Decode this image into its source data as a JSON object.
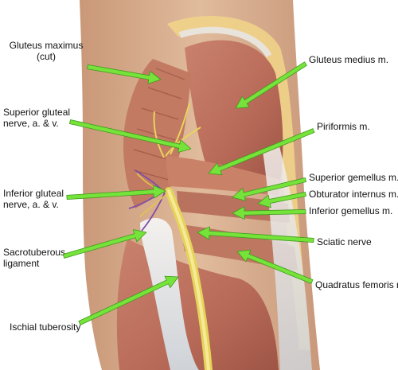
{
  "colors": {
    "arrow": "#76e33a",
    "arrow_outline": "#3f9a1c",
    "background": "#ffffff"
  },
  "labels": {
    "gluteus_maximus": [
      "Gluteus maximus",
      "(cut)"
    ],
    "superior_gluteal": [
      "Superior gluteal",
      "nerve, a. & v."
    ],
    "inferior_gluteal": [
      "Inferior gluteal",
      "nerve, a. & v."
    ],
    "sacrotuberous": [
      "Sacrotuberous",
      "ligament"
    ],
    "ischial_tuberosity": "Ischial tuberosity",
    "gluteus_medius": "Gluteus medius m.",
    "piriformis": "Piriformis m.",
    "superior_gemellus": "Superior gemellus m.",
    "obturator_internus": "Obturator internus m.",
    "inferior_gemellus": "Inferior gemellus m.",
    "sciatic_nerve": "Sciatic nerve",
    "quadratus_femoris": "Quadratus femoris m."
  }
}
